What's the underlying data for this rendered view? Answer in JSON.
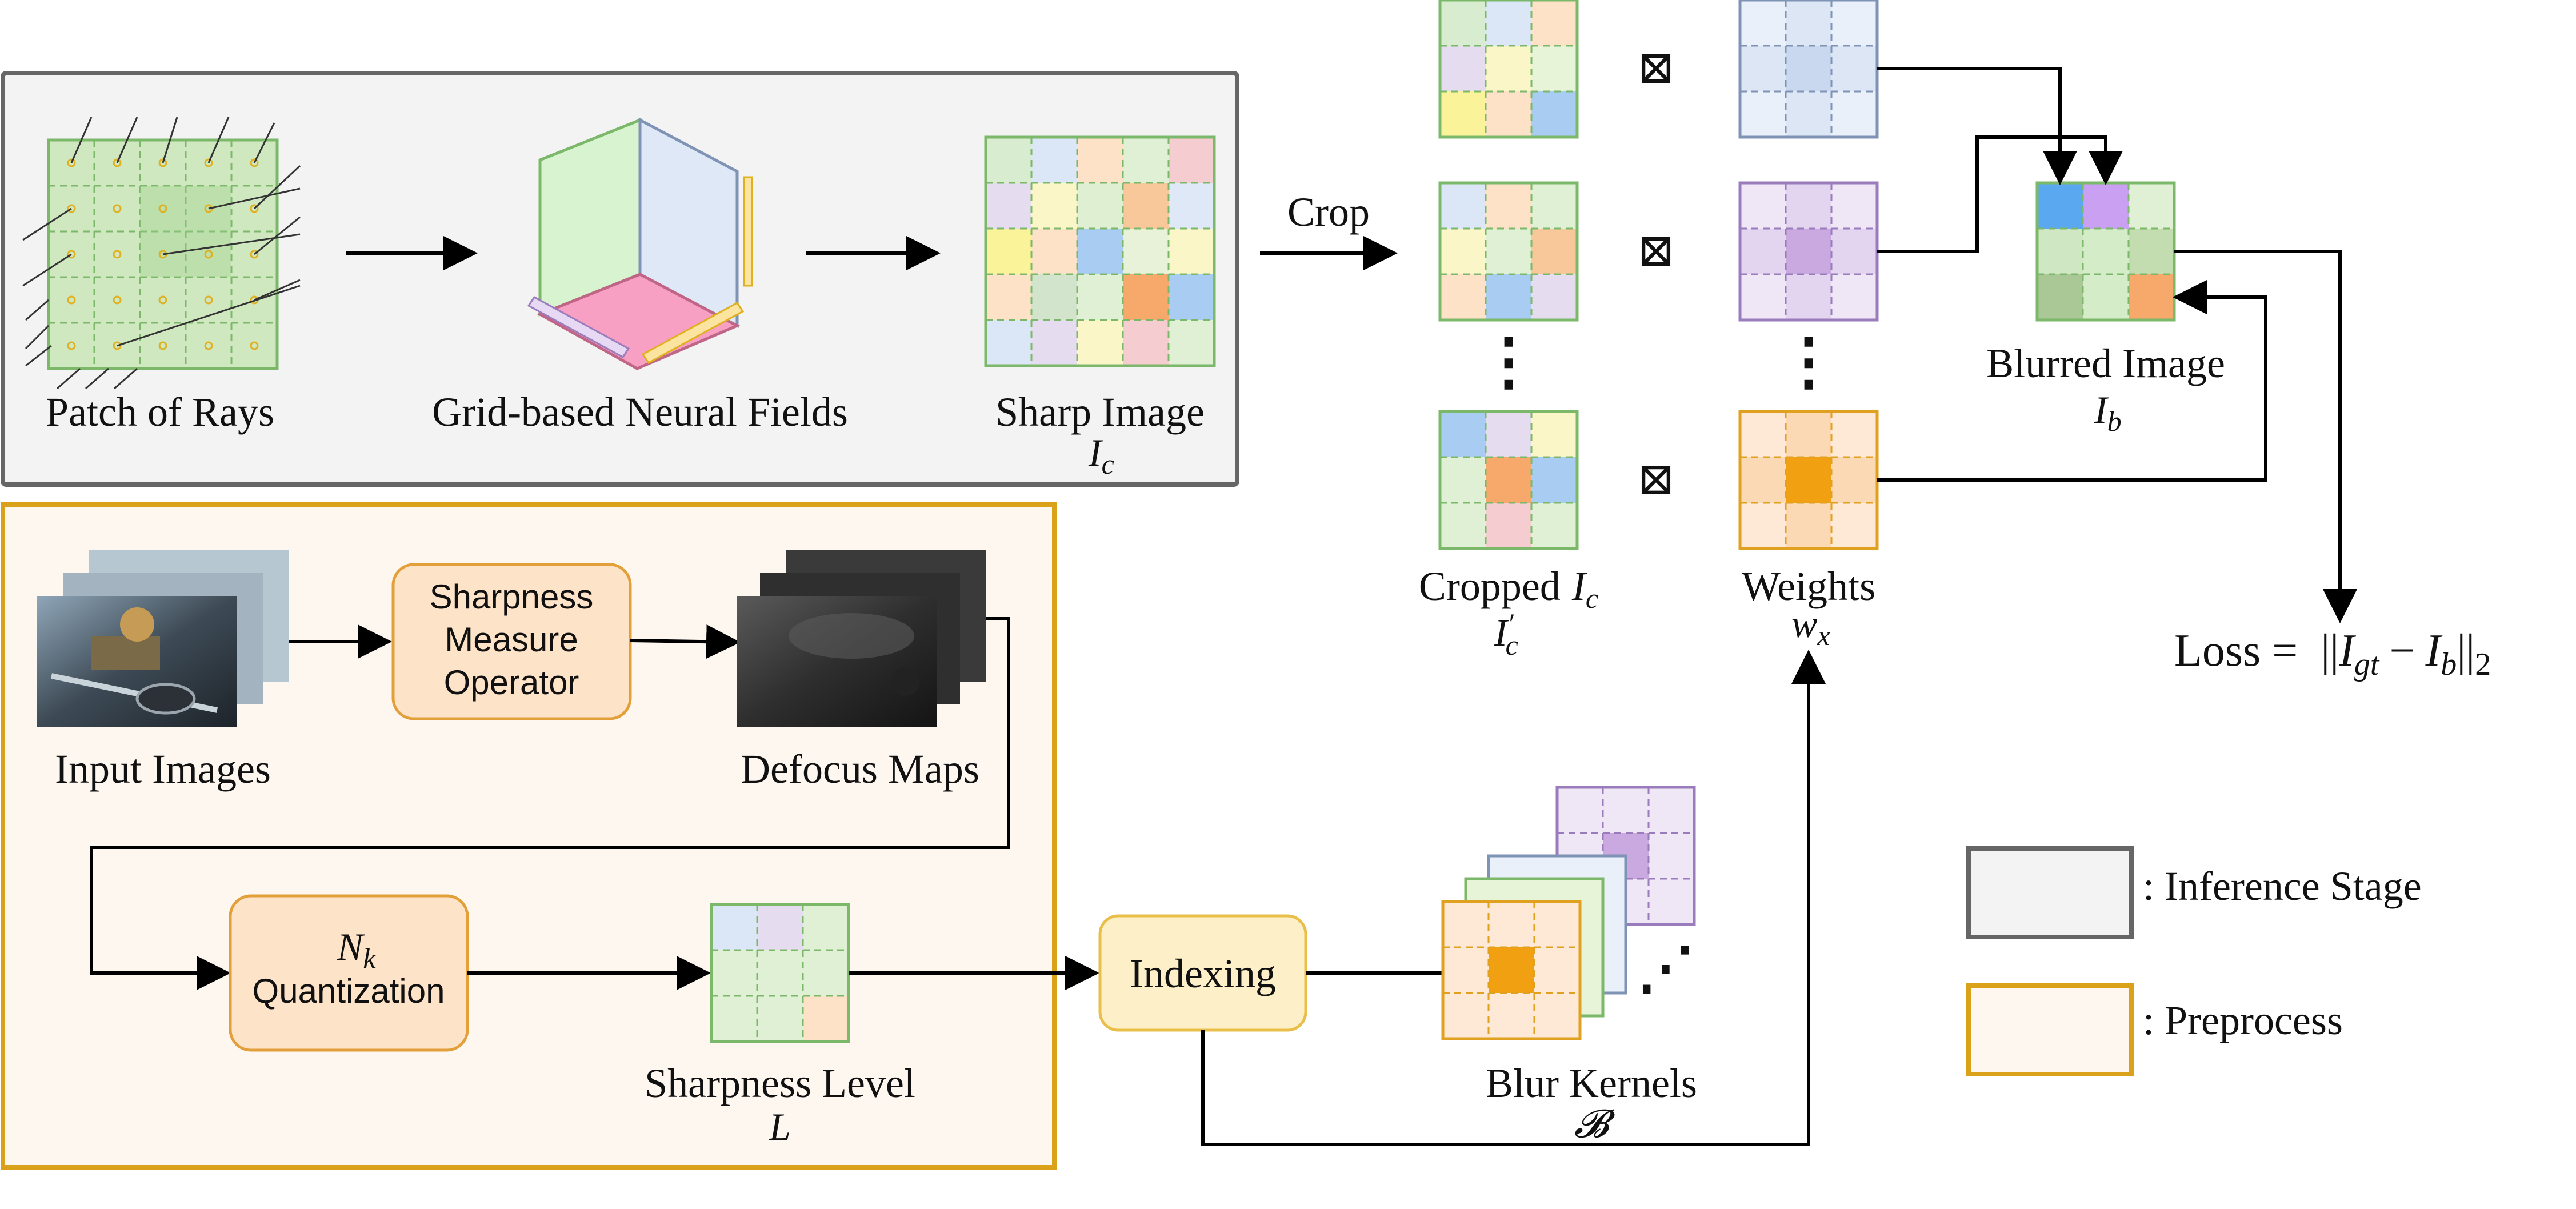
{
  "colors": {
    "inference_border": "#666666",
    "inference_fill": "#f3f3f3",
    "preprocess_border": "#d9a21a",
    "preprocess_fill": "#fdf7f0",
    "op_box_fill": "#fde3c8",
    "op_box_border": "#e3a03a",
    "index_box_fill": "#fdf0c8",
    "index_box_border": "#e9bf4a",
    "grid_green_border": "#7cb86a",
    "grid_purple_border": "#9a7cbd",
    "grid_blue_border": "#7f93b5",
    "grid_orange_border": "#e0a020"
  },
  "inference": {
    "patch_of_rays": "Patch of Rays",
    "neural_fields": "Grid-based Neural Fields",
    "sharp_image": "Sharp Image",
    "sharp_image_sym": "I",
    "sharp_image_sub": "c"
  },
  "crop_label": "Crop",
  "operator_symbol": "⊠",
  "ellipsis_vertical": "⋮",
  "ellipsis_diag": "⋰",
  "cropped": {
    "label": "Cropped",
    "label_sym": "I",
    "label_sub": "c",
    "sym": "I",
    "sub": "c",
    "prime": "′"
  },
  "weights": {
    "label": "Weights",
    "sym": "w",
    "sub": "x"
  },
  "blurred": {
    "label": "Blurred Image",
    "sym": "I",
    "sub": "b"
  },
  "loss": {
    "label": "Loss =",
    "open": "||",
    "sym1": "I",
    "sub1": "gt",
    "minus": "−",
    "sym2": "I",
    "sub2": "b",
    "close": "||",
    "norm": "2"
  },
  "preprocess": {
    "input_images": "Input Images",
    "sharpness_op_line1": "Sharpness",
    "sharpness_op_line2": "Measure",
    "sharpness_op_line3": "Operator",
    "defocus_maps": "Defocus Maps",
    "quant_sym": "N",
    "quant_sub": "k",
    "quant_label": "Quantization",
    "sharpness_level": "Sharpness Level",
    "sharpness_level_sym": "L"
  },
  "indexing": "Indexing",
  "blur_kernels": {
    "label": "Blur Kernels",
    "sym": "𝓑"
  },
  "legend": {
    "inference": ": Inference Stage",
    "preprocess": ": Preprocess"
  }
}
